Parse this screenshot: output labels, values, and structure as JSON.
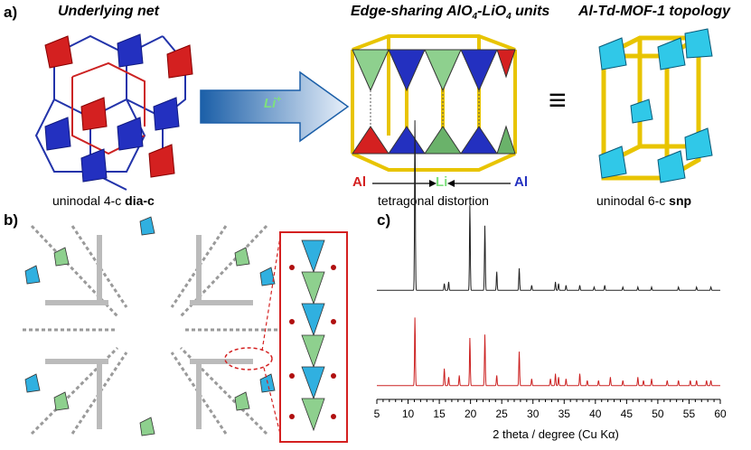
{
  "figure": {
    "panel_a_label": "a)",
    "panel_b_label": "b)",
    "panel_c_label": "c)",
    "heading_underlying": "Underlying net",
    "heading_edge_prefix": "Edge-sharing AlO",
    "heading_edge_mid": "-LiO",
    "heading_edge_suffix": " units",
    "heading_edge_sub": "4",
    "heading_topology": "Al-Td-MOF-1 topology",
    "arrow_label": "Li",
    "arrow_label_sup": "+",
    "equiv_symbol": "≡",
    "caption_left_prefix": "uninodal 4-c ",
    "caption_left_bold": "dia-c",
    "caption_mid": "tetragonal distortion",
    "caption_right_prefix": "uninodal 6-c ",
    "caption_right_bold": "snp",
    "label_al_left": "Al",
    "label_li": "Li",
    "label_al_right": "Al"
  },
  "chart_data": {
    "type": "line",
    "xlabel": "2 theta / degree (Cu Kα)",
    "xlim": [
      5,
      60
    ],
    "xticks": [
      "5",
      "10",
      "15",
      "20",
      "25",
      "30",
      "35",
      "40",
      "45",
      "50",
      "55",
      "60"
    ],
    "series": [
      {
        "color": "#222222",
        "baseline": 0.62,
        "peaks": [
          [
            11.1,
            1.0
          ],
          [
            15.8,
            0.04
          ],
          [
            16.5,
            0.05
          ],
          [
            19.9,
            0.5
          ],
          [
            22.3,
            0.38
          ],
          [
            24.2,
            0.11
          ],
          [
            27.8,
            0.13
          ],
          [
            29.8,
            0.03
          ],
          [
            33.6,
            0.05
          ],
          [
            34.1,
            0.04
          ],
          [
            35.3,
            0.03
          ],
          [
            37.5,
            0.03
          ],
          [
            39.8,
            0.02
          ],
          [
            41.5,
            0.03
          ],
          [
            44.4,
            0.02
          ],
          [
            46.8,
            0.02
          ],
          [
            49.0,
            0.02
          ],
          [
            53.3,
            0.02
          ],
          [
            56.2,
            0.02
          ],
          [
            58.5,
            0.02
          ]
        ]
      },
      {
        "color": "#cc2222",
        "baseline": 0.06,
        "peaks": [
          [
            11.1,
            0.4
          ],
          [
            15.8,
            0.1
          ],
          [
            16.5,
            0.05
          ],
          [
            18.2,
            0.06
          ],
          [
            19.9,
            0.28
          ],
          [
            22.3,
            0.3
          ],
          [
            24.2,
            0.06
          ],
          [
            27.8,
            0.2
          ],
          [
            29.8,
            0.04
          ],
          [
            32.8,
            0.04
          ],
          [
            33.6,
            0.07
          ],
          [
            34.1,
            0.05
          ],
          [
            35.3,
            0.04
          ],
          [
            37.5,
            0.07
          ],
          [
            38.7,
            0.03
          ],
          [
            40.5,
            0.03
          ],
          [
            42.4,
            0.05
          ],
          [
            44.4,
            0.03
          ],
          [
            46.8,
            0.05
          ],
          [
            47.7,
            0.03
          ],
          [
            49.0,
            0.04
          ],
          [
            51.5,
            0.03
          ],
          [
            53.3,
            0.03
          ],
          [
            55.2,
            0.03
          ],
          [
            56.2,
            0.03
          ],
          [
            57.8,
            0.03
          ],
          [
            58.5,
            0.03
          ]
        ]
      }
    ]
  }
}
